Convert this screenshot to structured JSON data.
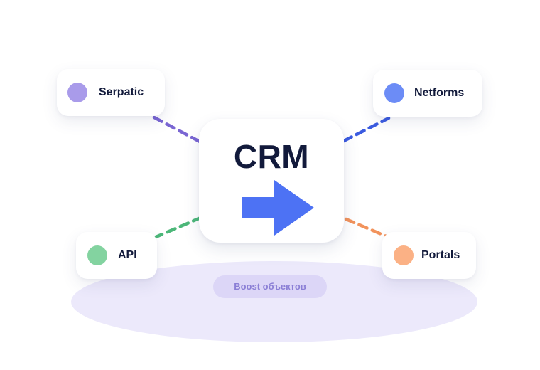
{
  "hub": {
    "title": "CRM",
    "arrow_icon": "arrow-right-icon",
    "arrow_color": "#4d72f4"
  },
  "nodes": {
    "serpatic": {
      "label": "Serpatic",
      "color": "#a99bea"
    },
    "netforms": {
      "label": "Netforms",
      "color": "#6c8cf6"
    },
    "api": {
      "label": "API",
      "color": "#83d3a0"
    },
    "portals": {
      "label": "Portals",
      "color": "#fbb185"
    }
  },
  "connectors": {
    "serpatic_color": "#7a66d3",
    "netforms_color": "#3b5be0",
    "api_color": "#4cb779",
    "portals_color": "#f2935c"
  },
  "platform": {
    "badge_label": "Boost объектов",
    "color": "#ece9fb"
  }
}
